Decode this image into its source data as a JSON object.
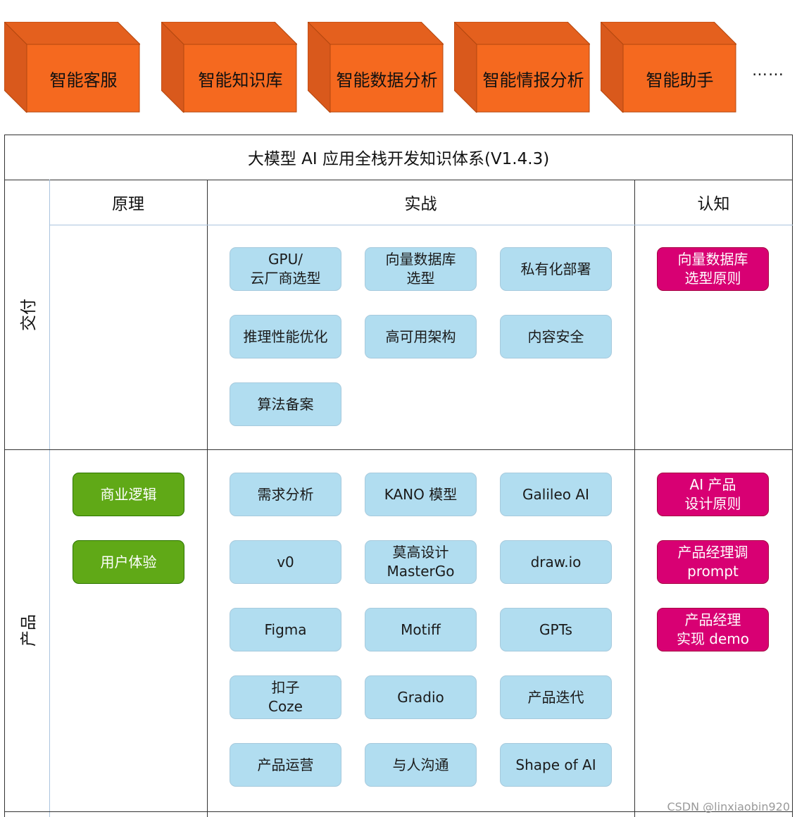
{
  "top_blocks": [
    "智能客服",
    "智能知识库",
    "智能数据分析",
    "智能情报分析",
    "智能助手"
  ],
  "top_ellipsis": "……",
  "colors": {
    "cube_front": "#f5691f",
    "cube_side": "#d9591c",
    "blue": "#b1ddf0",
    "pink": "#d80073",
    "green": "#60a917"
  },
  "table": {
    "title": "大模型 AI 应用全栈开发知识体系(V1.4.3)",
    "columns": {
      "principle": "原理",
      "practice": "实战",
      "cognition": "认知"
    },
    "rows": [
      {
        "label": "交付",
        "principle": [],
        "practice": [
          "GPU/\n云厂商选型",
          "向量数据库\n选型",
          "私有化部署",
          "推理性能优化",
          "高可用架构",
          "内容安全",
          "算法备案"
        ],
        "cognition": [
          "向量数据库\n选型原则"
        ]
      },
      {
        "label": "产品",
        "principle": [
          "商业逻辑",
          "用户体验"
        ],
        "practice": [
          "需求分析",
          "KANO 模型",
          "Galileo AI",
          "v0",
          "莫高设计\nMasterGo",
          "draw.io",
          "Figma",
          "Motiff",
          "GPTs",
          "扣子\nCoze",
          "Gradio",
          "产品迭代",
          "产品运营",
          "与人沟通",
          "Shape of AI"
        ],
        "cognition": [
          "AI 产品\n设计原则",
          "产品经理调\nprompt",
          "产品经理\n实现 demo"
        ]
      }
    ]
  },
  "watermark": "CSDN @linxiaobin920"
}
